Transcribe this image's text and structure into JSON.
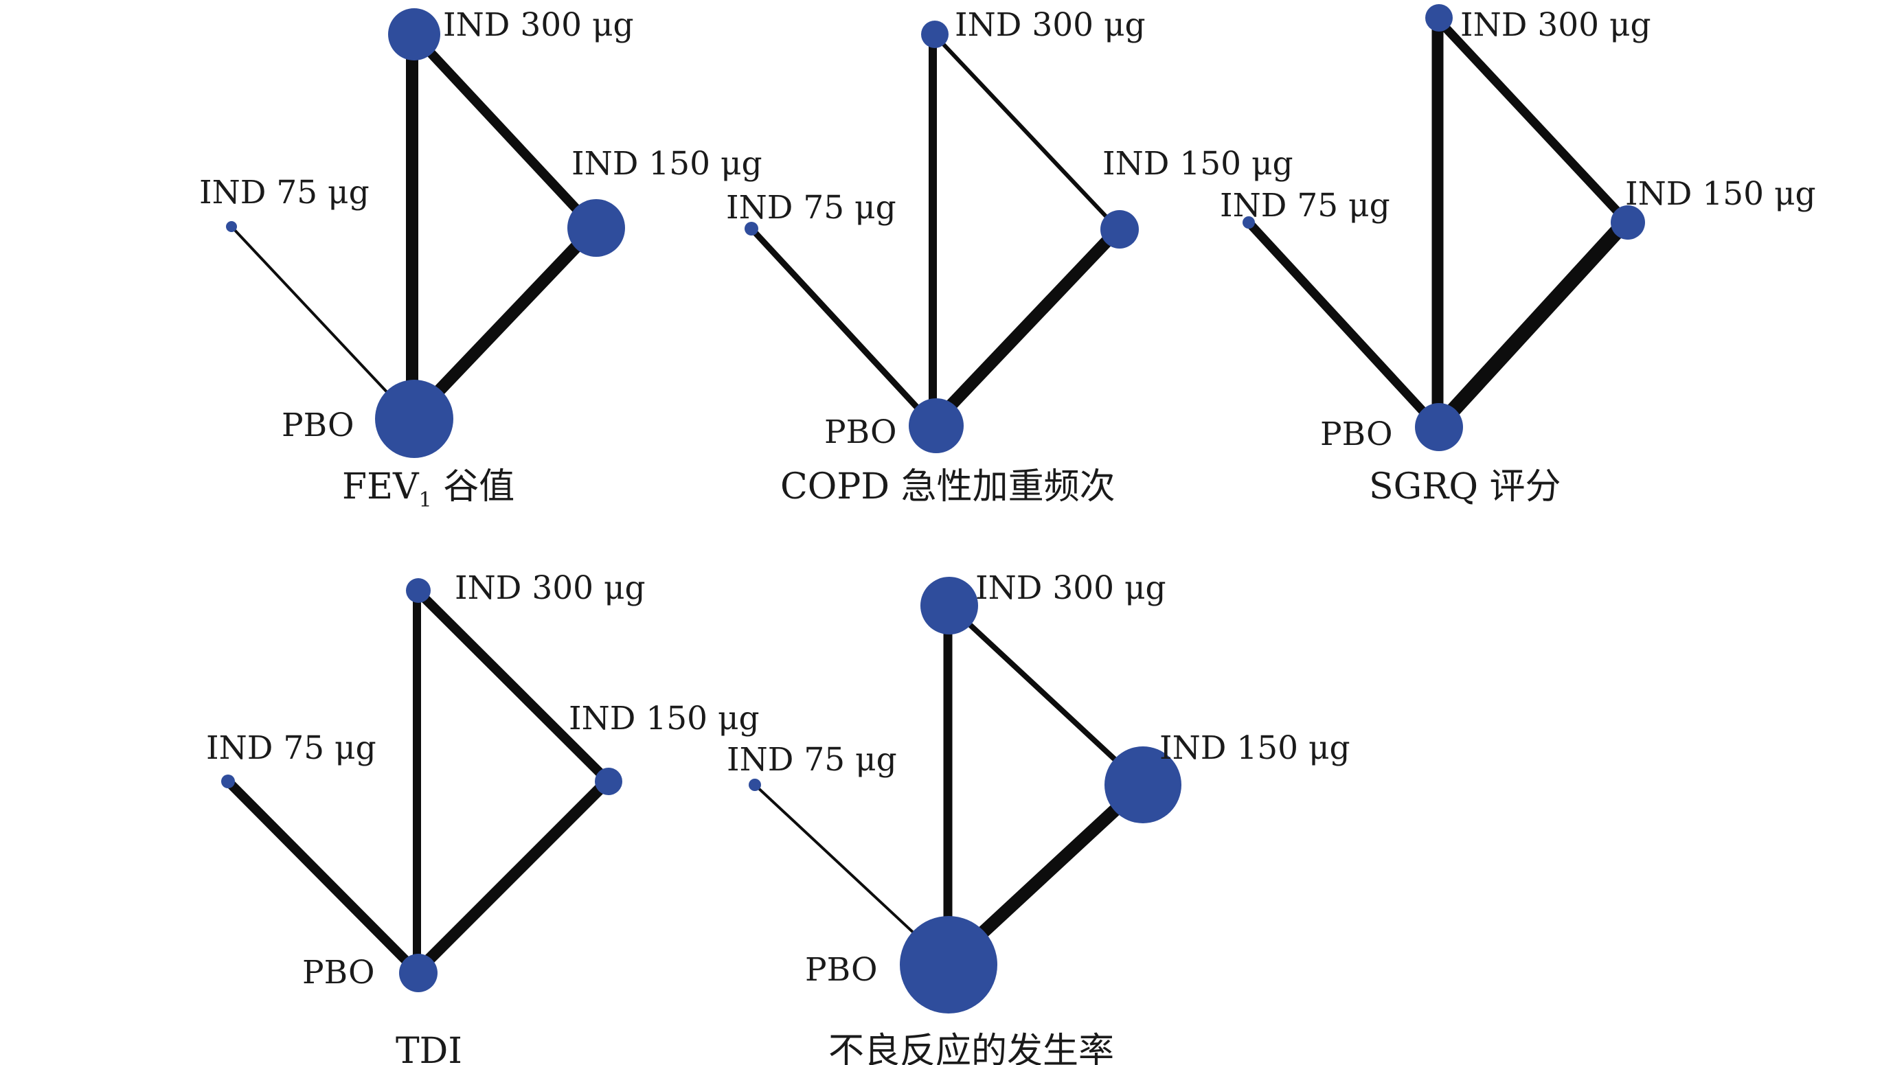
{
  "colors": {
    "node": "#2f4d9c",
    "edge": "#0d0d0d",
    "text": "#1a1a1a",
    "background": "#ffffff"
  },
  "panels": [
    {
      "caption": "FEV",
      "caption_sub": "1",
      "caption_tail": " 谷值",
      "nodes": [
        {
          "id": "ind300",
          "label": "IND 300 μg",
          "weight": 3
        },
        {
          "id": "ind150",
          "label": "IND 150 μg",
          "weight": 3
        },
        {
          "id": "ind75",
          "label": "IND 75 μg",
          "weight": 1
        },
        {
          "id": "pbo",
          "label": "PBO",
          "weight": 5
        }
      ],
      "edges": [
        {
          "from": "ind300",
          "to": "pbo",
          "weight": 4
        },
        {
          "from": "ind300",
          "to": "ind150",
          "weight": 3
        },
        {
          "from": "ind150",
          "to": "pbo",
          "weight": 4
        },
        {
          "from": "ind75",
          "to": "pbo",
          "weight": 1
        }
      ]
    },
    {
      "caption": "COPD 急性加重频次",
      "nodes": [
        {
          "id": "ind300",
          "label": "IND 300 μg",
          "weight": 1.5
        },
        {
          "id": "ind150",
          "label": "IND 150 μg",
          "weight": 2
        },
        {
          "id": "ind75",
          "label": "IND 75 μg",
          "weight": 1
        },
        {
          "id": "pbo",
          "label": "PBO",
          "weight": 3.5
        }
      ],
      "edges": [
        {
          "from": "ind300",
          "to": "pbo",
          "weight": 3
        },
        {
          "from": "ind300",
          "to": "ind150",
          "weight": 1.5
        },
        {
          "from": "ind150",
          "to": "pbo",
          "weight": 4
        },
        {
          "from": "ind75",
          "to": "pbo",
          "weight": 2
        }
      ]
    },
    {
      "caption": "SGRQ 评分",
      "nodes": [
        {
          "id": "ind300",
          "label": "IND 300 μg",
          "weight": 1.5
        },
        {
          "id": "ind150",
          "label": "IND 150 μg",
          "weight": 1.8
        },
        {
          "id": "ind75",
          "label": "IND 75 μg",
          "weight": 1
        },
        {
          "id": "pbo",
          "label": "PBO",
          "weight": 3.5
        }
      ],
      "edges": [
        {
          "from": "ind300",
          "to": "pbo",
          "weight": 4
        },
        {
          "from": "ind300",
          "to": "ind150",
          "weight": 3
        },
        {
          "from": "ind150",
          "to": "pbo",
          "weight": 5
        },
        {
          "from": "ind75",
          "to": "pbo",
          "weight": 3
        }
      ]
    },
    {
      "caption": "TDI",
      "nodes": [
        {
          "id": "ind300",
          "label": "IND 300 μg",
          "weight": 1.3
        },
        {
          "id": "ind150",
          "label": "IND 150 μg",
          "weight": 1.5
        },
        {
          "id": "ind75",
          "label": "IND 75 μg",
          "weight": 1
        },
        {
          "id": "pbo",
          "label": "PBO",
          "weight": 2
        }
      ],
      "edges": [
        {
          "from": "ind300",
          "to": "pbo",
          "weight": 3
        },
        {
          "from": "ind300",
          "to": "ind150",
          "weight": 3
        },
        {
          "from": "ind150",
          "to": "pbo",
          "weight": 4
        },
        {
          "from": "ind75",
          "to": "pbo",
          "weight": 3
        }
      ]
    },
    {
      "caption": "不良反应的发生率",
      "nodes": [
        {
          "id": "ind300",
          "label": "IND 300 μg",
          "weight": 3
        },
        {
          "id": "ind150",
          "label": "IND 150 μg",
          "weight": 4
        },
        {
          "id": "ind75",
          "label": "IND 75 μg",
          "weight": 1
        },
        {
          "id": "pbo",
          "label": "PBO",
          "weight": 5.5
        }
      ],
      "edges": [
        {
          "from": "ind300",
          "to": "pbo",
          "weight": 3
        },
        {
          "from": "ind300",
          "to": "ind150",
          "weight": 2
        },
        {
          "from": "ind150",
          "to": "pbo",
          "weight": 4
        },
        {
          "from": "ind75",
          "to": "pbo",
          "weight": 1
        }
      ]
    }
  ]
}
